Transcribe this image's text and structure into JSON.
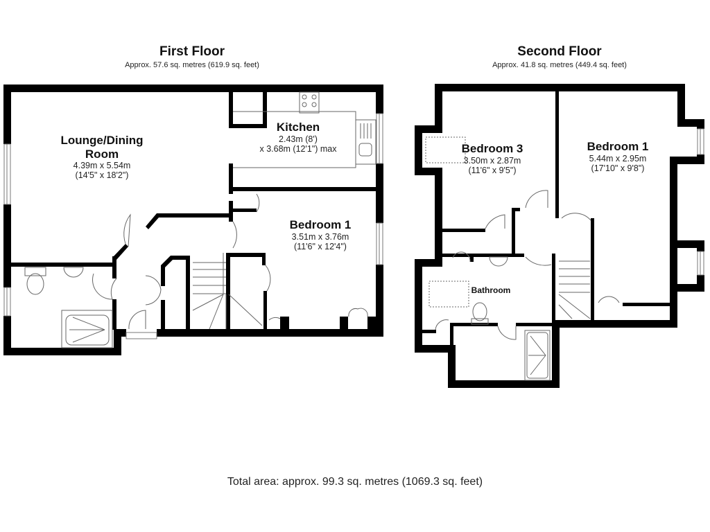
{
  "first_floor": {
    "title": "First Floor",
    "area": "Approx. 57.6 sq. metres (619.9 sq. feet)",
    "rooms": [
      {
        "name": "Lounge/Dining",
        "name2": "Room",
        "dim_m": "4.39m x 5.54m",
        "dim_ft": "(14'5\" x 18'2\")"
      },
      {
        "name": "Kitchen",
        "dim_m": "2.43m (8')",
        "dim_ft": "x 3.68m (12'1\") max"
      },
      {
        "name": "Bedroom 1",
        "dim_m": "3.51m x 3.76m",
        "dim_ft": "(11'6\" x 12'4\")"
      }
    ]
  },
  "second_floor": {
    "title": "Second Floor",
    "area": "Approx. 41.8 sq. metres (449.4 sq. feet)",
    "rooms": [
      {
        "name": "Bedroom 3",
        "dim_m": "3.50m x 2.87m",
        "dim_ft": "(11'6\" x 9'5\")"
      },
      {
        "name": "Bedroom 1",
        "dim_m": "5.44m x 2.95m",
        "dim_ft": "(17'10\" x 9'8\")"
      },
      {
        "name": "Bathroom"
      }
    ]
  },
  "total_area": "Total area: approx. 99.3 sq. metres (1069.3 sq. feet)",
  "colors": {
    "wall": "#000000",
    "background": "#ffffff",
    "fixture": "#888888"
  }
}
